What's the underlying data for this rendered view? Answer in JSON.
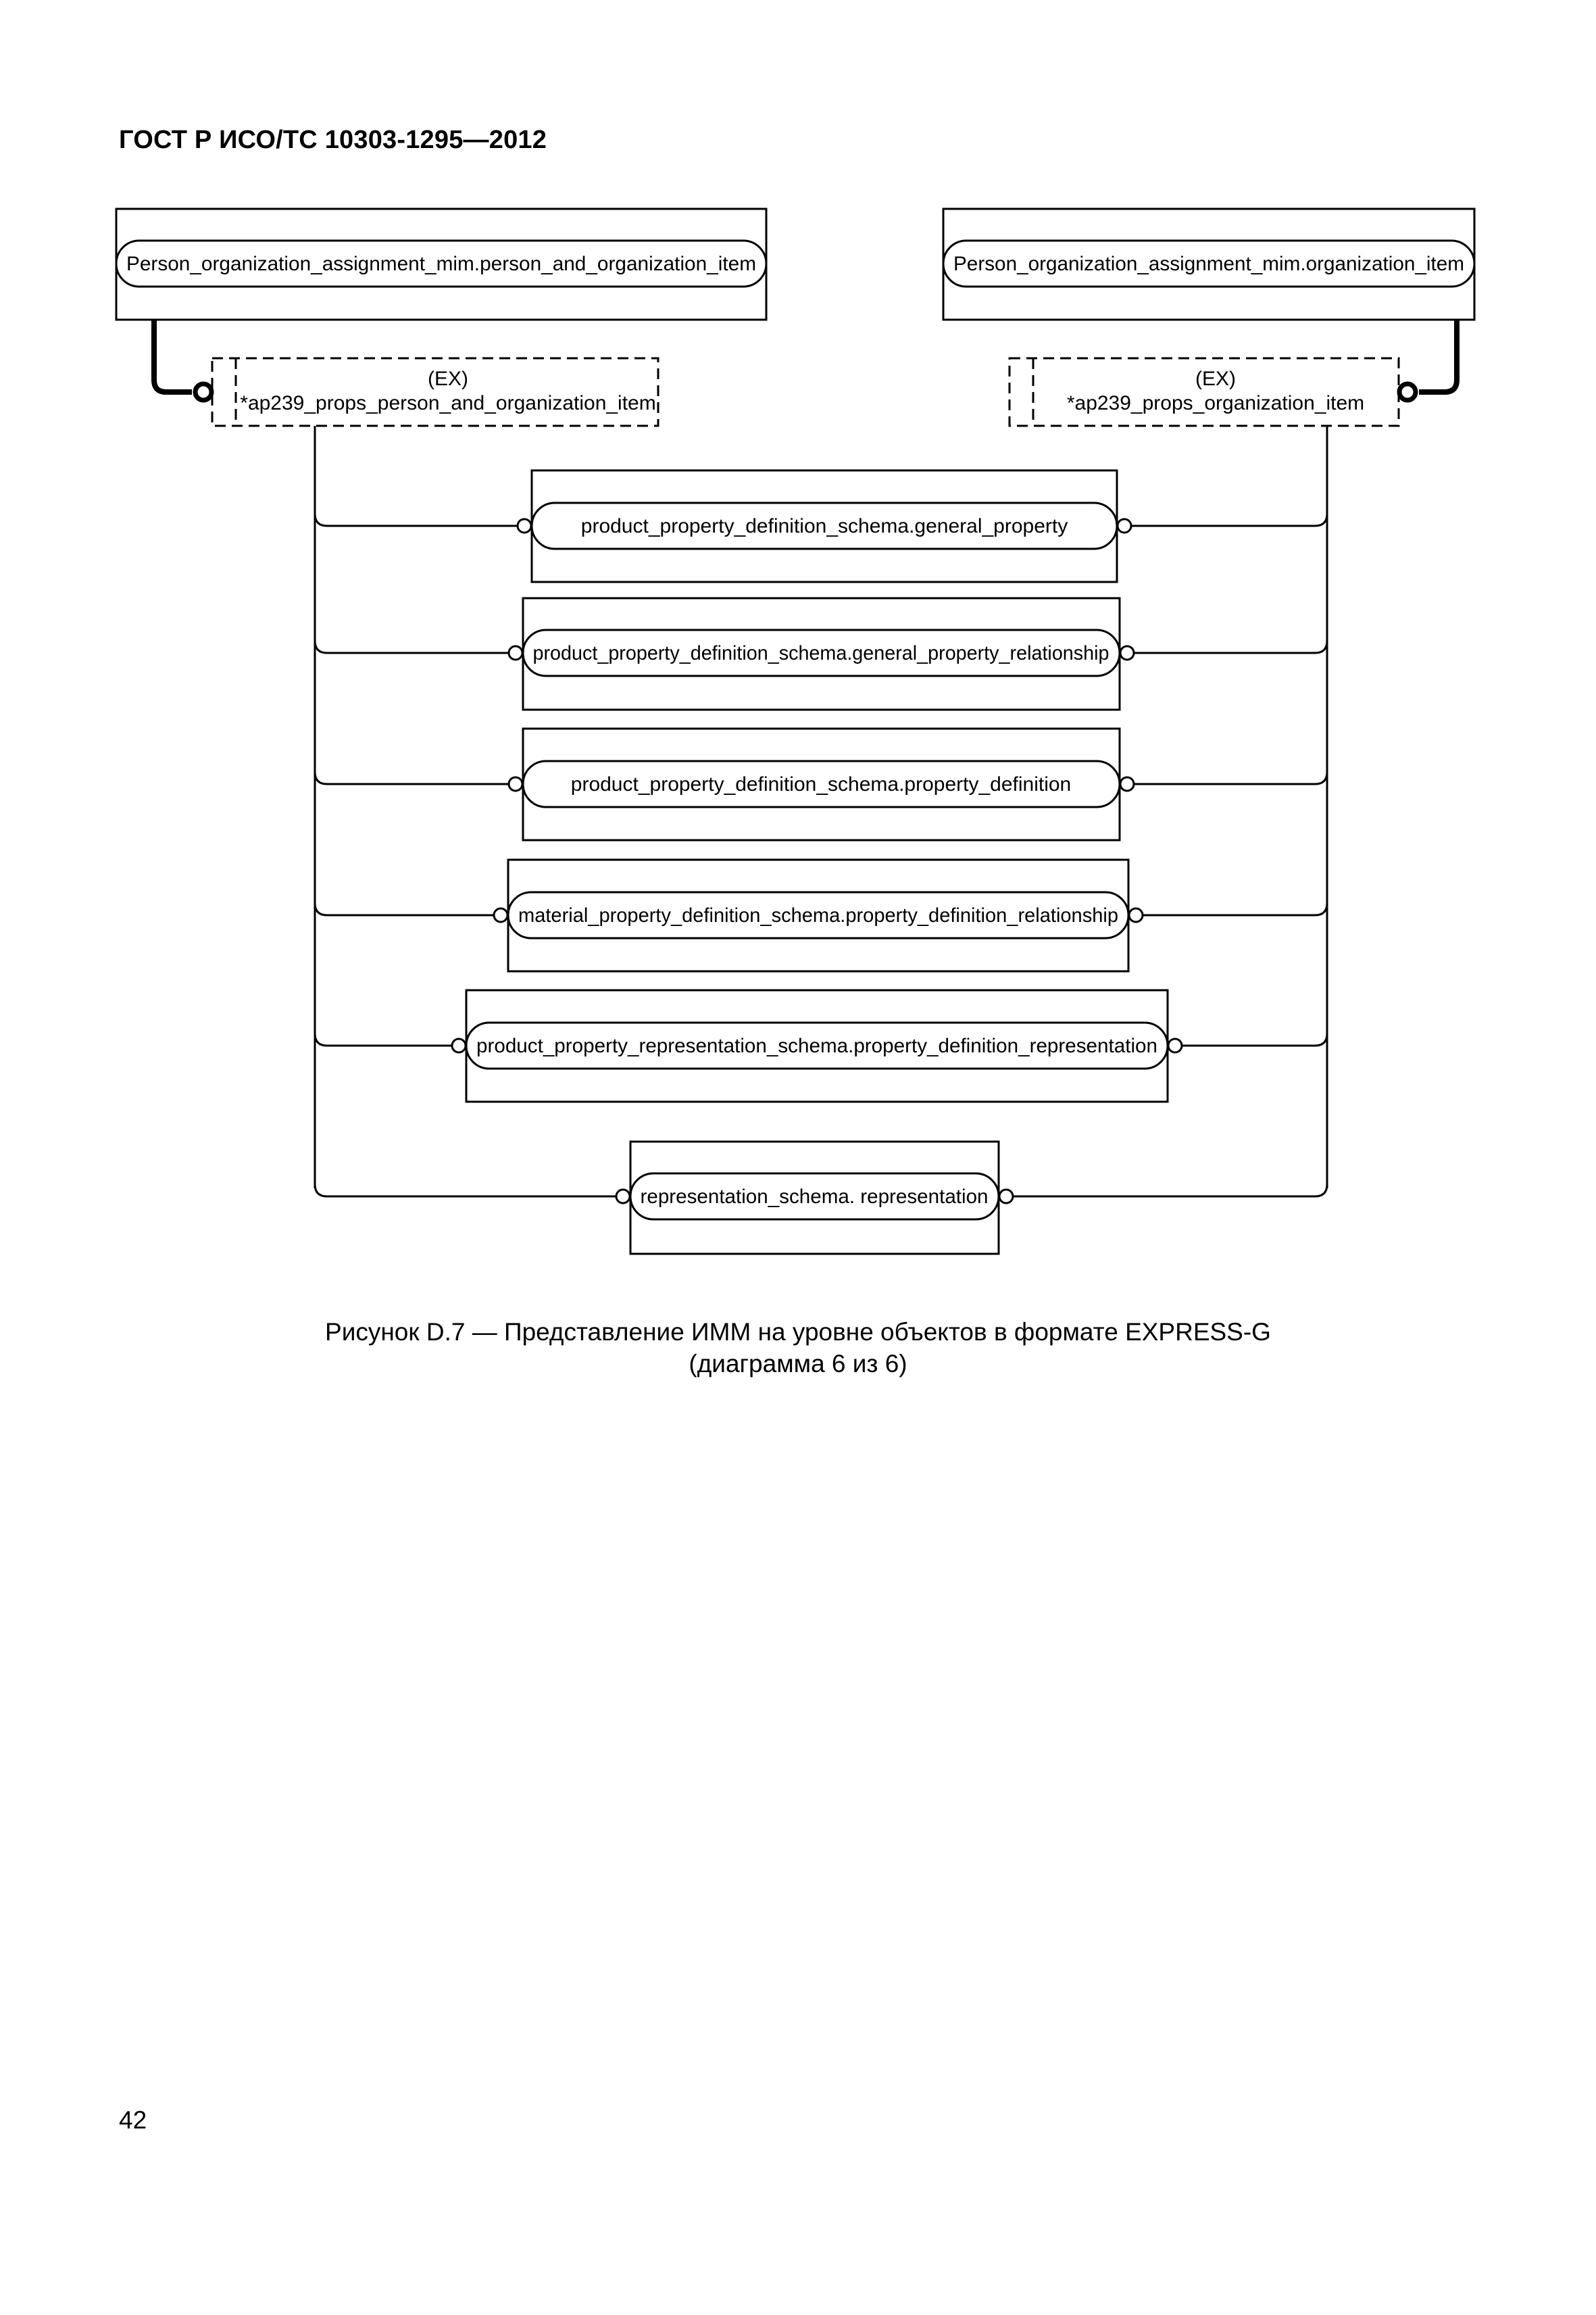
{
  "header": {
    "standard": "ГОСТ Р ИСО/ТС 10303-1295—2012"
  },
  "diagram": {
    "select_types": [
      {
        "id": "left",
        "label": "Person_organization_assignment_mim.person_and_organization_item"
      },
      {
        "id": "right",
        "label": "Person_organization_assignment_mim.organization_item"
      }
    ],
    "extension_types": [
      {
        "id": "left",
        "tag": "(EX)",
        "label": "*ap239_props_person_and_organization_item"
      },
      {
        "id": "right",
        "tag": "(EX)",
        "label": "*ap239_props_organization_item"
      }
    ],
    "entities": [
      {
        "label": "product_property_definition_schema.general_property"
      },
      {
        "label": "product_property_definition_schema.general_property_relationship"
      },
      {
        "label": "product_property_definition_schema.property_definition"
      },
      {
        "label": "material_property_definition_schema.property_definition_relationship"
      },
      {
        "label": "product_property_representation_schema.property_definition_representation"
      },
      {
        "label": "representation_schema. representation"
      }
    ]
  },
  "caption": {
    "line1": "Рисунок D.7 — Представление ИММ на уровне объектов в формате EXPRESS-G",
    "line2": "(диаграмма 6 из 6)"
  },
  "page": {
    "number": "42"
  }
}
